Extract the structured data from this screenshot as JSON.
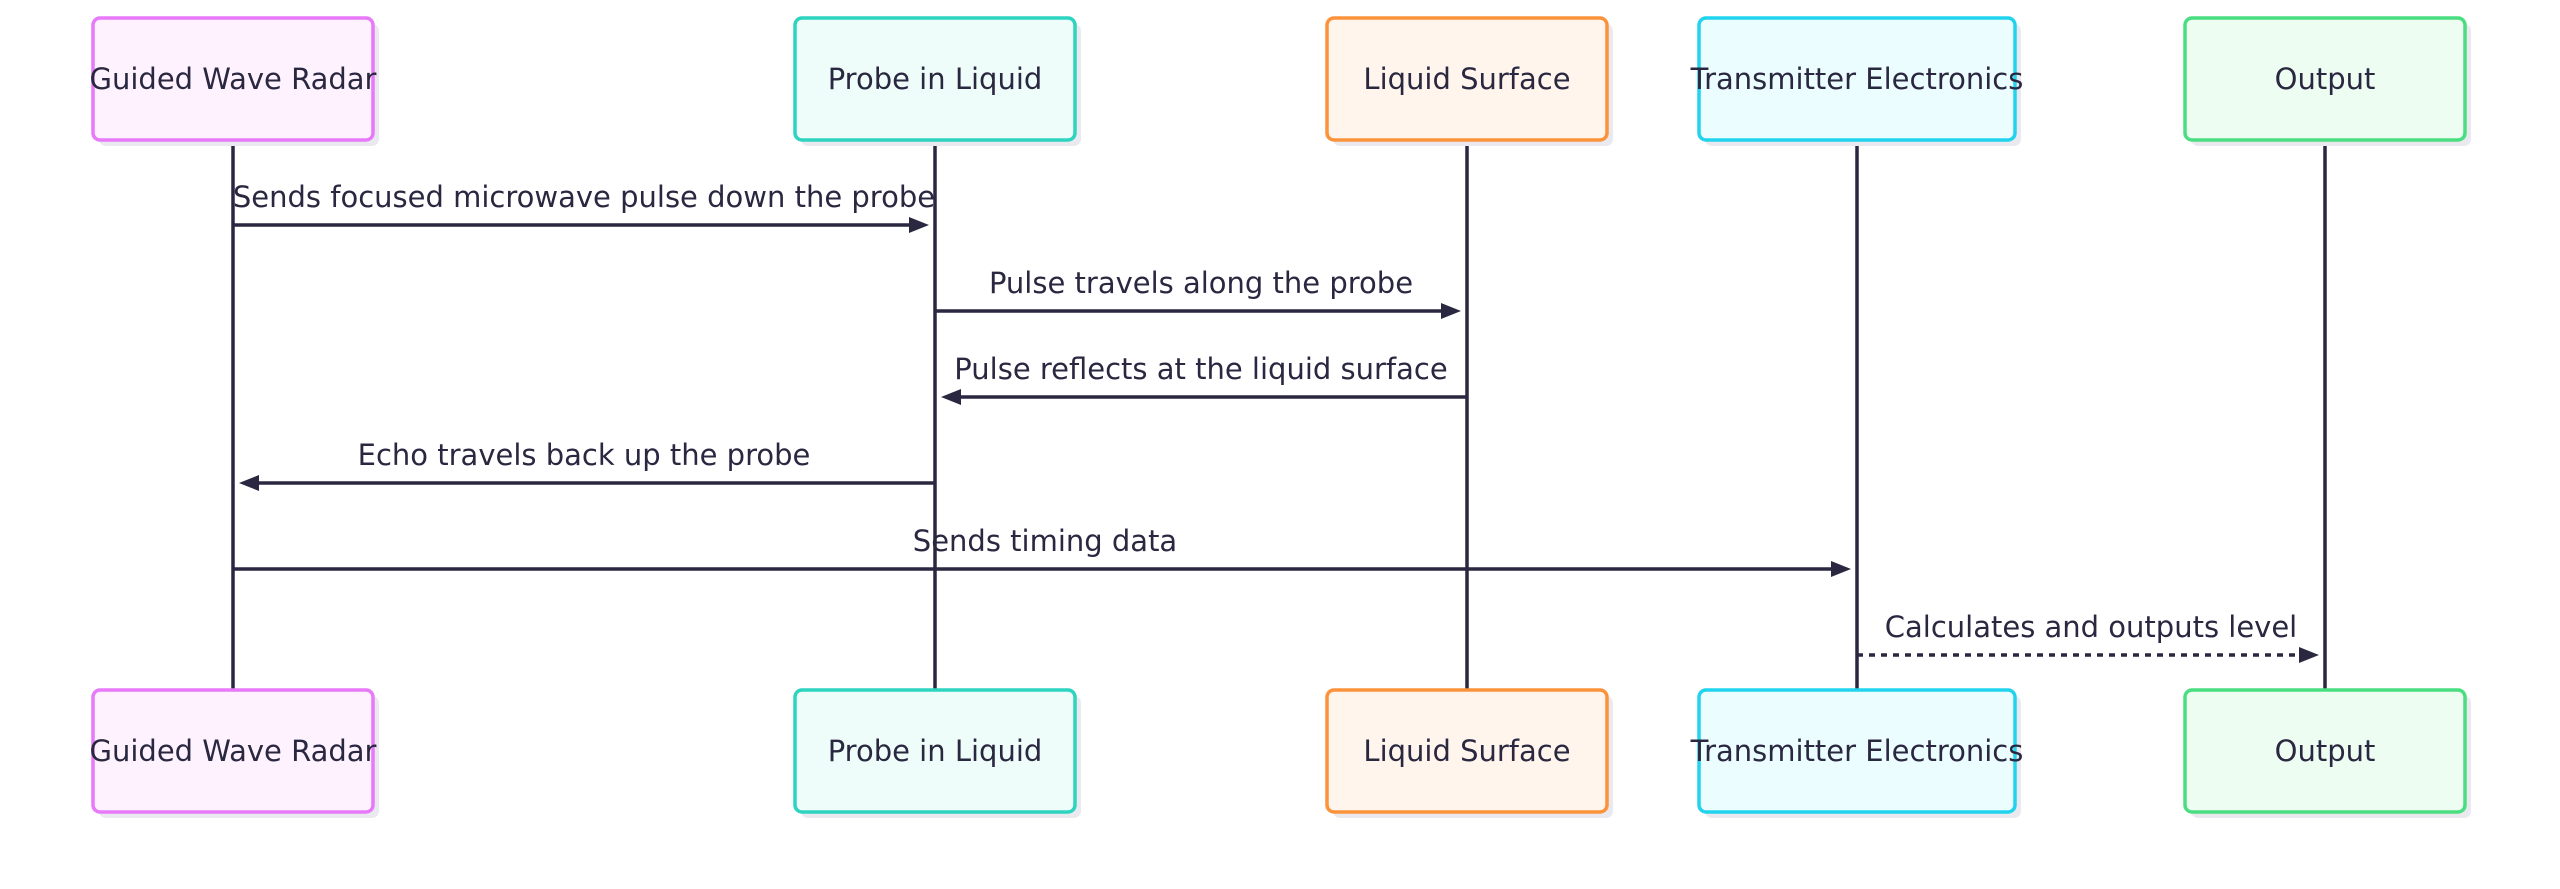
{
  "actors": [
    {
      "id": "gwr",
      "label": "Guided Wave Radar",
      "border": "#e879f9",
      "fill": "#fdf2fd"
    },
    {
      "id": "probe",
      "label": "Probe in Liquid",
      "border": "#2dd4bf",
      "fill": "#effdfa"
    },
    {
      "id": "surface",
      "label": "Liquid Surface",
      "border": "#fb923c",
      "fill": "#fff5ec"
    },
    {
      "id": "tx",
      "label": "Transmitter Electronics",
      "border": "#22d3ee",
      "fill": "#ecfdff"
    },
    {
      "id": "out",
      "label": "Output",
      "border": "#4ade80",
      "fill": "#edfdf2"
    }
  ],
  "messages": [
    {
      "from": 0,
      "to": 1,
      "label": "Sends focused microwave pulse down the probe",
      "style": "solid"
    },
    {
      "from": 1,
      "to": 2,
      "label": "Pulse travels along the probe",
      "style": "solid"
    },
    {
      "from": 2,
      "to": 1,
      "label": "Pulse reflects at the liquid surface",
      "style": "solid"
    },
    {
      "from": 1,
      "to": 0,
      "label": "Echo travels back up the probe",
      "style": "solid"
    },
    {
      "from": 0,
      "to": 3,
      "label": "Sends timing data",
      "style": "solid"
    },
    {
      "from": 3,
      "to": 4,
      "label": "Calculates and outputs level",
      "style": "dotted"
    }
  ]
}
